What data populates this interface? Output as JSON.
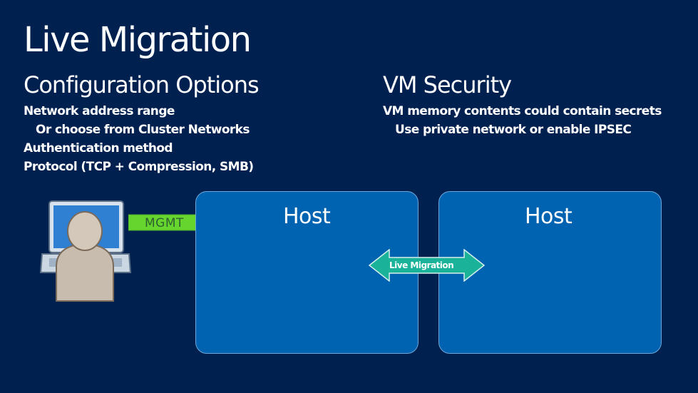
{
  "title": "Live Migration",
  "config": {
    "heading": "Configuration Options",
    "items": [
      "Network address range",
      "Or choose from Cluster Networks",
      "Authentication method",
      "Protocol (TCP + Compression, SMB)"
    ]
  },
  "security": {
    "heading": "VM Security",
    "items": [
      "VM memory contents could contain secrets",
      "Use private network or enable IPSEC"
    ]
  },
  "diagram": {
    "mgmt_label": "MGMT",
    "host_left_label": "Host",
    "host_right_label": "Host",
    "live_migration_label": "Live Migration",
    "colors": {
      "background": "#002050",
      "host_box": "#0063b1",
      "mgmt_arrow": "#66d62e",
      "live_migration_arrow": "#1ab39a"
    },
    "icons": [
      "laptop-icon",
      "user-icon"
    ]
  }
}
